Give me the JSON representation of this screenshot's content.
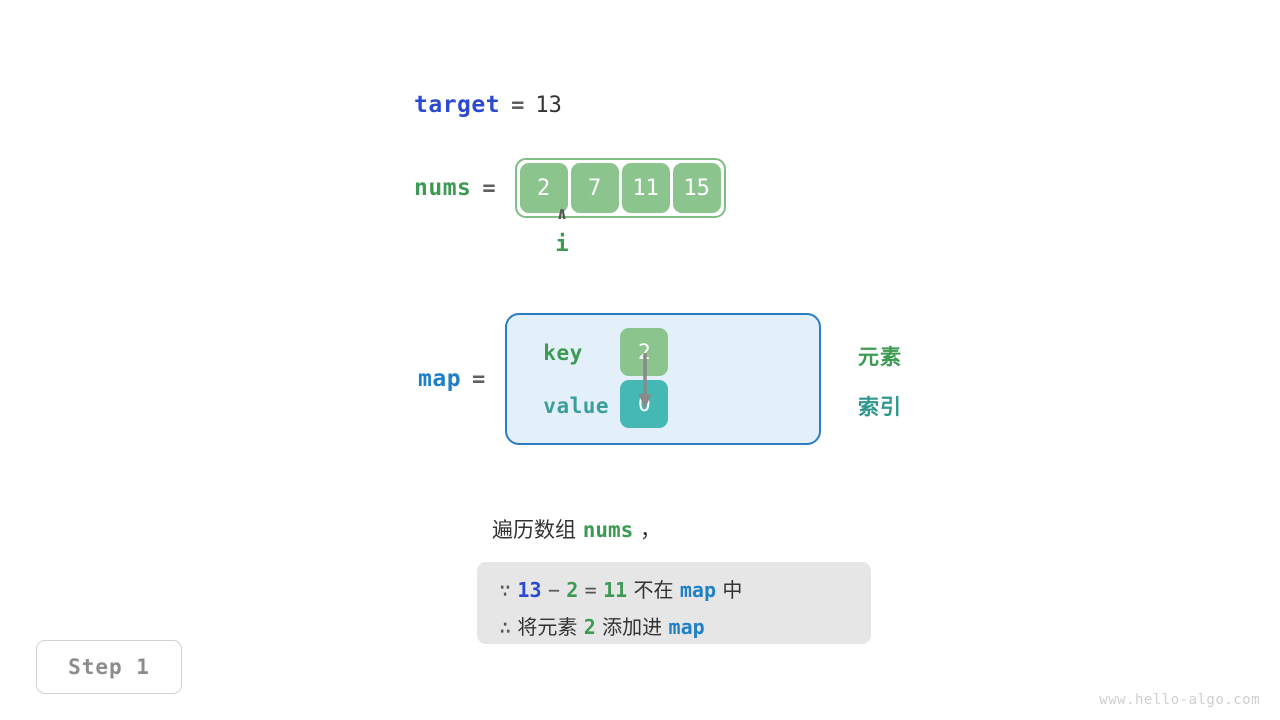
{
  "target": {
    "name": "target",
    "equals": "=",
    "value": "13"
  },
  "nums": {
    "name": "nums",
    "equals": "=",
    "cells": [
      "2",
      "7",
      "11",
      "15"
    ],
    "pointer": {
      "caret": "∧",
      "label": "i",
      "index": 0
    }
  },
  "map": {
    "name": "map",
    "equals": "=",
    "key_label": "key",
    "value_label": "value",
    "key_cell": "2",
    "value_cell": "0",
    "legend_key": "元素",
    "legend_value": "索引"
  },
  "description": {
    "prefix": "遍历数组 ",
    "var": "nums",
    "suffix": " ，"
  },
  "callout": {
    "line1": {
      "symbol": "∵",
      "a": "13",
      "minus": "−",
      "b": "2",
      "eq": "=",
      "c": "11",
      "text_mid": "不在",
      "map": "map",
      "text_end": "中"
    },
    "line2": {
      "symbol": "∴",
      "text_start": "将元素",
      "elem": "2",
      "text_mid": "添加进",
      "map": "map"
    }
  },
  "step_badge": {
    "label": "Step 1"
  },
  "watermark": {
    "text": "www.hello-algo.com"
  },
  "colors": {
    "cell_green": "#8bc48d",
    "cell_teal": "#45b7b4",
    "var_blue_strong": "#2b49d1",
    "var_blue_light": "#1f80c6",
    "var_green": "#3c9a53",
    "map_box_fill": "#e3f0fa",
    "map_box_border": "#2c7cc3",
    "callout_fill": "#e6e6e6"
  }
}
